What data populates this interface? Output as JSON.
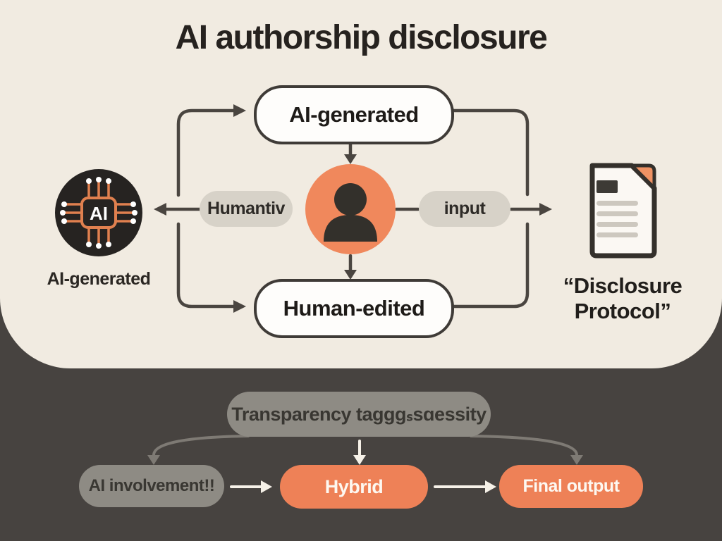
{
  "title": "AI authorship disclosure",
  "colors": {
    "background_dark": "#474340",
    "panel_cream": "#f1ebe1",
    "accent_orange": "#ee8157",
    "circle_orange": "#f0885c",
    "node_fill": "#fefdfb",
    "line_dark": "#4a4540",
    "pill_gray_light": "#d7d2c8",
    "pill_gray_dark": "#8e8b84",
    "text_dark": "#26221f",
    "text_light": "#fdf8f1"
  },
  "icons": {
    "left": "ai-chip-icon",
    "center": "person-icon",
    "right": "document-icon"
  },
  "top_flow": {
    "top_node": "AI-generated",
    "bottom_node": "Human-edited",
    "left_pill": "Humantiv",
    "right_pill": "input",
    "chip_text": "AI",
    "left_caption": "AI-generated",
    "right_caption": "“Disclosure\nProtocol”"
  },
  "bottom_flow": {
    "header_pill": "Transparency tagggₛsɑessity",
    "left_pill": "AI involvement!!",
    "center_pill": "Hybrid",
    "right_pill": "Final output"
  }
}
